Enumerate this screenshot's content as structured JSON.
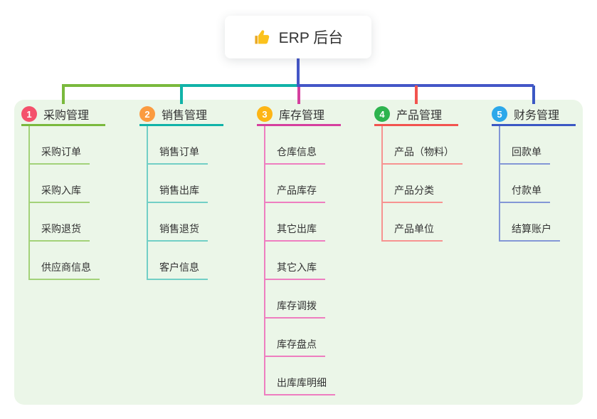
{
  "root": {
    "title": "ERP 后台",
    "icon": "thumbs-up-icon"
  },
  "colors": {
    "page_bg": "#ffffff",
    "panel_bg": "#ebf6e8",
    "stem_blue": "#4456c7",
    "bus_green": "#7ab93d",
    "bus_teal": "#11b3a8",
    "bus_blue": "#4456c7",
    "drop_magenta": "#d5409f",
    "drop_red": "#f2544f",
    "drop_blue": "#3b58c4",
    "text": "#333333"
  },
  "branches": [
    {
      "num": "1",
      "label": "采购管理",
      "colors": {
        "badge": "#f4516c",
        "line": "#7ab93d",
        "light": "#a3d279"
      },
      "children": [
        "采购订单",
        "采购入库",
        "采购退货",
        "供应商信息"
      ]
    },
    {
      "num": "2",
      "label": "销售管理",
      "colors": {
        "badge": "#fb9b40",
        "line": "#11b3a8",
        "light": "#72cfc6"
      },
      "children": [
        "销售订单",
        "销售出库",
        "销售退货",
        "客户信息"
      ]
    },
    {
      "num": "3",
      "label": "库存管理",
      "colors": {
        "badge": "#fdb515",
        "line": "#d5409f",
        "light": "#ee7ec0"
      },
      "children": [
        "仓库信息",
        "产品库存",
        "其它出库",
        "其它入库",
        "库存调拨",
        "库存盘点",
        "出库库明细"
      ]
    },
    {
      "num": "4",
      "label": "产品管理",
      "colors": {
        "badge": "#2db44e",
        "line": "#f2544f",
        "light": "#f79391"
      },
      "children": [
        "产品（物料）",
        "产品分类",
        "产品单位"
      ]
    },
    {
      "num": "5",
      "label": "财务管理",
      "colors": {
        "badge": "#2ca8ea",
        "line": "#3b58c4",
        "light": "#8397d6"
      },
      "children": [
        "回款单",
        "付款单",
        "结算账户"
      ]
    }
  ]
}
